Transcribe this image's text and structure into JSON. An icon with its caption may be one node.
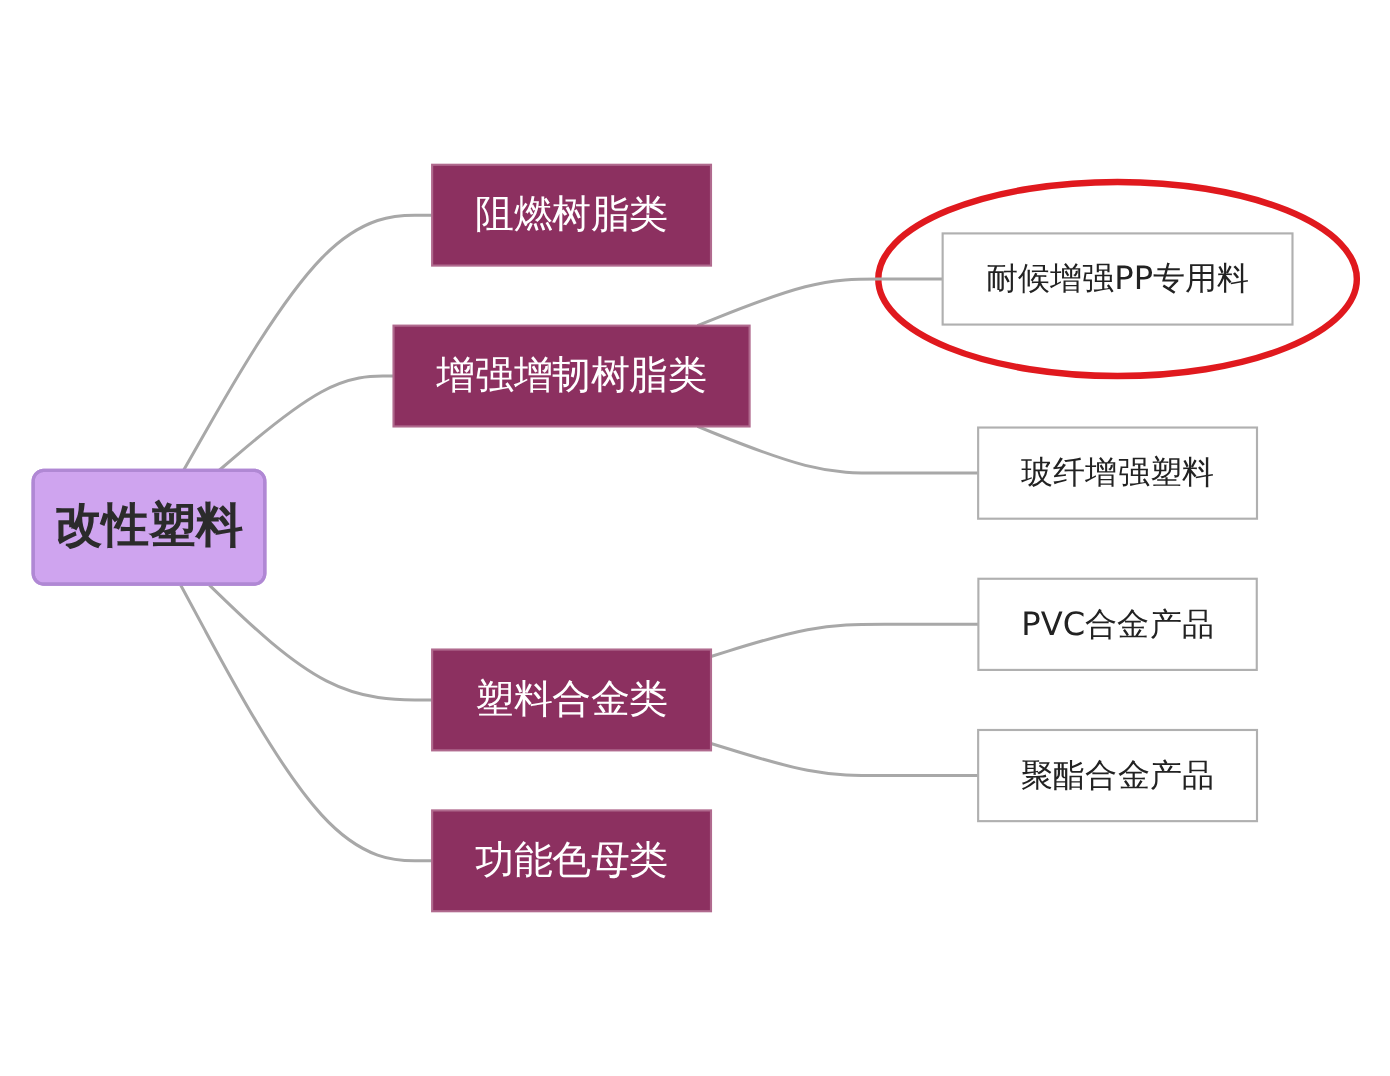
{
  "diagram": {
    "nodes": [
      {
        "text": [
          "改性塑料"
        ]
      },
      {
        "text": [
          "阻燃树脂类"
        ]
      },
      {
        "text": [
          "增强增韧树脂类"
        ]
      },
      {
        "text": [],
        "shape": "ellipse"
      },
      {
        "text": [
          "耐候增强PP专用料"
        ],
        "in": 3
      },
      {
        "text": [
          "玻纤增强塑料"
        ]
      },
      {
        "text": [
          "塑料合金类"
        ]
      },
      {
        "text": [
          "PVC合金产品"
        ]
      },
      {
        "text": [
          "聚酯合金产品"
        ]
      },
      {
        "text": [
          "功能色母类"
        ]
      }
    ],
    "edges": [
      {
        "from": 0,
        "to": 1,
        "arrow": "none"
      },
      {
        "from": 0,
        "to": 2,
        "arrow": "none"
      },
      {
        "from": 0,
        "to": 6,
        "arrow": "none"
      },
      {
        "from": 0,
        "to": 9,
        "arrow": "none"
      },
      {
        "from": 2,
        "to": 4,
        "arrow": "none"
      },
      {
        "from": 2,
        "to": 5,
        "arrow": "none"
      },
      {
        "from": 6,
        "to": 7,
        "arrow": "none"
      },
      {
        "from": 6,
        "to": 8,
        "arrow": "none"
      }
    ]
  }
}
